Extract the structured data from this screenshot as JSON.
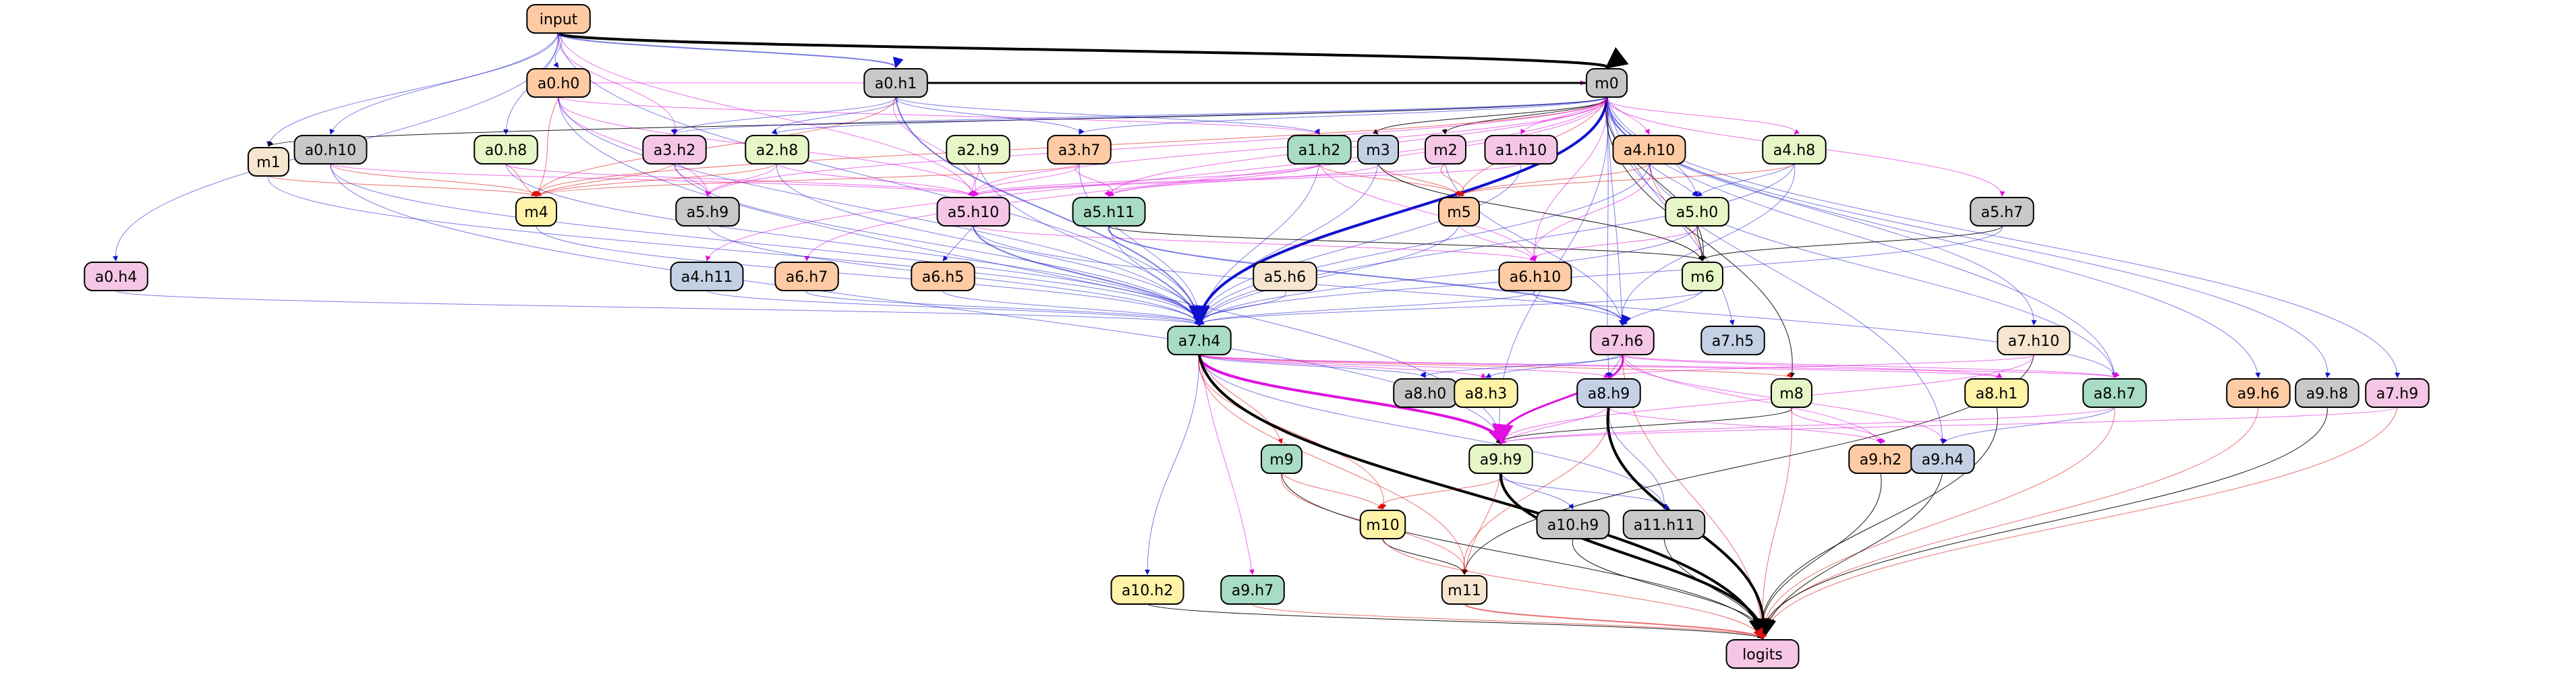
{
  "colors": {
    "peach": "#ffcba4",
    "gray": "#c8c8c8",
    "pink": "#f6c6e6",
    "mint": "#a8dcc4",
    "yellow": "#fff3a8",
    "lime": "#e6f6c6",
    "steel": "#c4d0e4",
    "cream": "#f6e6d0",
    "blue": "#5050e0",
    "red": "#e05050",
    "magenta": "#e040e0",
    "green": "#40d040",
    "dark": "#555555"
  },
  "nodes": [
    {
      "id": "input",
      "label": "input",
      "color": "peach"
    },
    {
      "id": "a0.h0",
      "label": "a0.h0",
      "color": "peach"
    },
    {
      "id": "a0.h1",
      "label": "a0.h1",
      "color": "gray"
    },
    {
      "id": "m0",
      "label": "m0",
      "color": "gray"
    },
    {
      "id": "m1",
      "label": "m1",
      "color": "cream"
    },
    {
      "id": "a0.h10",
      "label": "a0.h10",
      "color": "gray"
    },
    {
      "id": "a0.h8",
      "label": "a0.h8",
      "color": "lime"
    },
    {
      "id": "a3.h2",
      "label": "a3.h2",
      "color": "pink"
    },
    {
      "id": "a2.h8",
      "label": "a2.h8",
      "color": "lime"
    },
    {
      "id": "a2.h9",
      "label": "a2.h9",
      "color": "lime"
    },
    {
      "id": "a3.h7",
      "label": "a3.h7",
      "color": "peach"
    },
    {
      "id": "a1.h2",
      "label": "a1.h2",
      "color": "mint"
    },
    {
      "id": "m3",
      "label": "m3",
      "color": "steel"
    },
    {
      "id": "m2",
      "label": "m2",
      "color": "pink"
    },
    {
      "id": "a1.h10",
      "label": "a1.h10",
      "color": "pink"
    },
    {
      "id": "a4.h10",
      "label": "a4.h10",
      "color": "peach"
    },
    {
      "id": "a4.h8",
      "label": "a4.h8",
      "color": "lime"
    },
    {
      "id": "m4",
      "label": "m4",
      "color": "yellow"
    },
    {
      "id": "a5.h9",
      "label": "a5.h9",
      "color": "gray"
    },
    {
      "id": "a5.h10",
      "label": "a5.h10",
      "color": "pink"
    },
    {
      "id": "a5.h11",
      "label": "a5.h11",
      "color": "mint"
    },
    {
      "id": "m5",
      "label": "m5",
      "color": "peach"
    },
    {
      "id": "a5.h0",
      "label": "a5.h0",
      "color": "lime"
    },
    {
      "id": "a5.h7",
      "label": "a5.h7",
      "color": "gray"
    },
    {
      "id": "a0.h4",
      "label": "a0.h4",
      "color": "pink"
    },
    {
      "id": "a4.h11",
      "label": "a4.h11",
      "color": "steel"
    },
    {
      "id": "a6.h7",
      "label": "a6.h7",
      "color": "peach"
    },
    {
      "id": "a6.h5",
      "label": "a6.h5",
      "color": "peach"
    },
    {
      "id": "a5.h6",
      "label": "a5.h6",
      "color": "cream"
    },
    {
      "id": "a6.h10",
      "label": "a6.h10",
      "color": "peach"
    },
    {
      "id": "m6",
      "label": "m6",
      "color": "lime"
    },
    {
      "id": "a7.h4",
      "label": "a7.h4",
      "color": "mint"
    },
    {
      "id": "a7.h6",
      "label": "a7.h6",
      "color": "pink"
    },
    {
      "id": "a7.h5",
      "label": "a7.h5",
      "color": "steel"
    },
    {
      "id": "a7.h10",
      "label": "a7.h10",
      "color": "cream"
    },
    {
      "id": "a8.h0",
      "label": "a8.h0",
      "color": "gray"
    },
    {
      "id": "a8.h3",
      "label": "a8.h3",
      "color": "yellow"
    },
    {
      "id": "a8.h9",
      "label": "a8.h9",
      "color": "steel"
    },
    {
      "id": "m8",
      "label": "m8",
      "color": "lime"
    },
    {
      "id": "a8.h1",
      "label": "a8.h1",
      "color": "yellow"
    },
    {
      "id": "a8.h7",
      "label": "a8.h7",
      "color": "mint"
    },
    {
      "id": "a9.h6",
      "label": "a9.h6",
      "color": "peach"
    },
    {
      "id": "a9.h8",
      "label": "a9.h8",
      "color": "gray"
    },
    {
      "id": "a7.h9",
      "label": "a7.h9",
      "color": "pink"
    },
    {
      "id": "m9",
      "label": "m9",
      "color": "mint"
    },
    {
      "id": "a9.h9",
      "label": "a9.h9",
      "color": "lime"
    },
    {
      "id": "a9.h2",
      "label": "a9.h2",
      "color": "peach"
    },
    {
      "id": "a9.h4",
      "label": "a9.h4",
      "color": "steel"
    },
    {
      "id": "m10",
      "label": "m10",
      "color": "yellow"
    },
    {
      "id": "a10.h9",
      "label": "a10.h9",
      "color": "gray"
    },
    {
      "id": "a11.h11",
      "label": "a11.h11",
      "color": "gray"
    },
    {
      "id": "a10.h2",
      "label": "a10.h2",
      "color": "yellow"
    },
    {
      "id": "a9.h7",
      "label": "a9.h7",
      "color": "mint"
    },
    {
      "id": "m11",
      "label": "m11",
      "color": "cream"
    },
    {
      "id": "logits",
      "label": "logits",
      "color": "pink"
    }
  ],
  "edges": [
    [
      "input",
      "m0",
      "dark",
      4
    ],
    [
      "input",
      "a0.h1",
      "blue",
      2
    ],
    [
      "input",
      "a0.h0",
      "blue",
      1
    ],
    [
      "input",
      "a0.h10",
      "blue",
      1
    ],
    [
      "input",
      "a0.h8",
      "blue",
      1
    ],
    [
      "input",
      "a0.h4",
      "blue",
      1
    ],
    [
      "input",
      "a3.h2",
      "magenta",
      1
    ],
    [
      "input",
      "a7.h4",
      "blue",
      1
    ],
    [
      "input",
      "a5.h10",
      "magenta",
      1
    ],
    [
      "input",
      "m1",
      "blue",
      1
    ],
    [
      "a0.h0",
      "m0",
      "magenta",
      1
    ],
    [
      "a0.h0",
      "m4",
      "red",
      1
    ],
    [
      "a0.h0",
      "a5.h9",
      "magenta",
      1
    ],
    [
      "a0.h0",
      "a7.h4",
      "blue",
      1
    ],
    [
      "a0.h0",
      "a5.h10",
      "magenta",
      1
    ],
    [
      "a0.h0",
      "a9.h9",
      "blue",
      1
    ],
    [
      "a0.h0",
      "a1.h2",
      "magenta",
      1
    ],
    [
      "a0.h1",
      "m0",
      "dark",
      3
    ],
    [
      "a0.h1",
      "a3.h2",
      "blue",
      1
    ],
    [
      "a0.h1",
      "a2.h8",
      "blue",
      1
    ],
    [
      "a0.h1",
      "a3.h7",
      "blue",
      1
    ],
    [
      "a0.h1",
      "a1.h2",
      "blue",
      1
    ],
    [
      "a0.h1",
      "a5.h10",
      "magenta",
      1
    ],
    [
      "a0.h1",
      "m4",
      "red",
      1
    ],
    [
      "a0.h1",
      "a7.h4",
      "blue",
      2
    ],
    [
      "m0",
      "m1",
      "dark",
      1
    ],
    [
      "m0",
      "a3.h2",
      "blue",
      1
    ],
    [
      "m0",
      "a2.h8",
      "blue",
      1
    ],
    [
      "m0",
      "a3.h7",
      "blue",
      1
    ],
    [
      "m0",
      "m2",
      "dark",
      1
    ],
    [
      "m0",
      "m3",
      "dark",
      1
    ],
    [
      "m0",
      "a1.h10",
      "magenta",
      1
    ],
    [
      "m0",
      "a4.h10",
      "magenta",
      1
    ],
    [
      "m0",
      "a4.h8",
      "magenta",
      1
    ],
    [
      "m0",
      "a5.h7",
      "magenta",
      1
    ],
    [
      "m0",
      "a5.h0",
      "blue",
      1
    ],
    [
      "m0",
      "m5",
      "red",
      1
    ],
    [
      "m0",
      "a7.h4",
      "blue",
      4
    ],
    [
      "m0",
      "a5.h10",
      "magenta",
      1
    ],
    [
      "m0",
      "a5.h11",
      "magenta",
      1
    ],
    [
      "m0",
      "a7.h6",
      "blue",
      1
    ],
    [
      "m0",
      "a7.h5",
      "blue",
      1
    ],
    [
      "m0",
      "a7.h10",
      "blue",
      1
    ],
    [
      "m0",
      "a8.h7",
      "blue",
      1
    ],
    [
      "m0",
      "a9.h8",
      "blue",
      1
    ],
    [
      "m0",
      "a7.h9",
      "blue",
      1
    ],
    [
      "m0",
      "a9.h6",
      "blue",
      1
    ],
    [
      "m0",
      "m8",
      "dark",
      1
    ],
    [
      "m0",
      "a9.h4",
      "blue",
      1
    ],
    [
      "m0",
      "a9.h9",
      "blue",
      1
    ],
    [
      "m0",
      "m6",
      "dark",
      1
    ],
    [
      "m0",
      "a8.h9",
      "blue",
      1
    ],
    [
      "m0",
      "m4",
      "red",
      1
    ],
    [
      "m0",
      "a5.h9",
      "magenta",
      1
    ],
    [
      "m0",
      "a6.h10",
      "magenta",
      1
    ],
    [
      "m0",
      "a4.h11",
      "magenta",
      1
    ],
    [
      "m0",
      "a6.h7",
      "magenta",
      1
    ],
    [
      "m1",
      "m4",
      "red",
      1
    ],
    [
      "m1",
      "a7.h4",
      "blue",
      1
    ],
    [
      "a0.h10",
      "m4",
      "red",
      1
    ],
    [
      "a0.h10",
      "a5.h10",
      "magenta",
      1
    ],
    [
      "a0.h10",
      "a7.h4",
      "blue",
      1
    ],
    [
      "a0.h10",
      "a9.h9",
      "blue",
      1
    ],
    [
      "a0.h8",
      "m4",
      "red",
      1
    ],
    [
      "a0.h8",
      "a5.h10",
      "magenta",
      1
    ],
    [
      "a0.h8",
      "a7.h4",
      "blue",
      1
    ],
    [
      "a3.h2",
      "m4",
      "red",
      1
    ],
    [
      "a3.h2",
      "a5.h9",
      "magenta",
      1
    ],
    [
      "a3.h2",
      "a7.h4",
      "blue",
      1
    ],
    [
      "a2.h8",
      "m4",
      "red",
      1
    ],
    [
      "a2.h8",
      "a5.h9",
      "magenta",
      1
    ],
    [
      "a2.h8",
      "a5.h10",
      "magenta",
      1
    ],
    [
      "a2.h8",
      "a7.h4",
      "blue",
      1
    ],
    [
      "a2.h9",
      "a5.h10",
      "magenta",
      1
    ],
    [
      "a2.h9",
      "a7.h4",
      "blue",
      1
    ],
    [
      "a3.h7",
      "m4",
      "red",
      1
    ],
    [
      "a3.h7",
      "a5.h10",
      "magenta",
      1
    ],
    [
      "a3.h7",
      "a5.h11",
      "magenta",
      1
    ],
    [
      "a3.h7",
      "a7.h4",
      "blue",
      1
    ],
    [
      "a1.h2",
      "a5.h10",
      "magenta",
      1
    ],
    [
      "a1.h2",
      "a5.h11",
      "magenta",
      1
    ],
    [
      "a1.h2",
      "m5",
      "red",
      1
    ],
    [
      "a1.h2",
      "a6.h10",
      "magenta",
      1
    ],
    [
      "a1.h2",
      "a7.h4",
      "blue",
      1
    ],
    [
      "m3",
      "m5",
      "red",
      1
    ],
    [
      "m3",
      "m6",
      "dark",
      1
    ],
    [
      "m3",
      "a7.h4",
      "blue",
      1
    ],
    [
      "m3",
      "a5.h11",
      "magenta",
      1
    ],
    [
      "m2",
      "m5",
      "red",
      1
    ],
    [
      "m2",
      "a5.h10",
      "magenta",
      1
    ],
    [
      "m2",
      "a7.h6",
      "blue",
      1
    ],
    [
      "a1.h10",
      "a5.h10",
      "magenta",
      1
    ],
    [
      "a1.h10",
      "a7.h4",
      "blue",
      1
    ],
    [
      "a4.h10",
      "a5.h0",
      "blue",
      1
    ],
    [
      "a4.h10",
      "m5",
      "red",
      1
    ],
    [
      "a4.h10",
      "m6",
      "red",
      1
    ],
    [
      "a4.h10",
      "a6.h10",
      "magenta",
      1
    ],
    [
      "a4.h10",
      "a7.h4",
      "blue",
      1
    ],
    [
      "a4.h10",
      "a8.h7",
      "blue",
      1
    ],
    [
      "a4.h8",
      "a5.h0",
      "blue",
      1
    ],
    [
      "a4.h8",
      "m5",
      "red",
      1
    ],
    [
      "a4.h8",
      "a7.h6",
      "blue",
      1
    ],
    [
      "a4.h8",
      "a7.h4",
      "blue",
      1
    ],
    [
      "m4",
      "a7.h4",
      "blue",
      1
    ],
    [
      "a5.h9",
      "a7.h4",
      "blue",
      1
    ],
    [
      "a5.h10",
      "a6.h5",
      "blue",
      1
    ],
    [
      "a5.h10",
      "a7.h4",
      "blue",
      2
    ],
    [
      "a5.h10",
      "a6.h10",
      "magenta",
      1
    ],
    [
      "a5.h10",
      "a8.h7",
      "blue",
      1
    ],
    [
      "a5.h11",
      "a7.h4",
      "blue",
      1
    ],
    [
      "a5.h11",
      "a7.h6",
      "blue",
      2
    ],
    [
      "a5.h11",
      "m6",
      "dark",
      1
    ],
    [
      "m5",
      "a6.h10",
      "magenta",
      1
    ],
    [
      "m5",
      "a7.h4",
      "blue",
      1
    ],
    [
      "a5.h0",
      "m6",
      "dark",
      1
    ],
    [
      "a5.h0",
      "a6.h10",
      "magenta",
      1
    ],
    [
      "a5.h0",
      "a7.h4",
      "blue",
      1
    ],
    [
      "a5.h7",
      "m6",
      "dark",
      1
    ],
    [
      "a5.h7",
      "a7.h4",
      "blue",
      1
    ],
    [
      "a0.h4",
      "a7.h4",
      "blue",
      1
    ],
    [
      "a4.h11",
      "a7.h4",
      "blue",
      1
    ],
    [
      "a6.h7",
      "a7.h4",
      "blue",
      1
    ],
    [
      "a6.h5",
      "a7.h4",
      "blue",
      1
    ],
    [
      "a5.h6",
      "a7.h4",
      "blue",
      1
    ],
    [
      "a6.h10",
      "a7.h6",
      "blue",
      1
    ],
    [
      "a6.h10",
      "a7.h4",
      "blue",
      1
    ],
    [
      "m6",
      "a7.h4",
      "blue",
      1
    ],
    [
      "m6",
      "a7.h6",
      "blue",
      1
    ],
    [
      "a7.h4",
      "a8.h0",
      "blue",
      1
    ],
    [
      "a7.h4",
      "a8.h3",
      "magenta",
      1
    ],
    [
      "a7.h4",
      "a8.h9",
      "magenta",
      1
    ],
    [
      "a7.h4",
      "m8",
      "red",
      1
    ],
    [
      "a7.h4",
      "a8.h1",
      "magenta",
      1
    ],
    [
      "a7.h4",
      "a9.h9",
      "magenta",
      4
    ],
    [
      "a7.h4",
      "m9",
      "red",
      1
    ],
    [
      "a7.h4",
      "m10",
      "red",
      1
    ],
    [
      "a7.h4",
      "a10.h2",
      "blue",
      1
    ],
    [
      "a7.h4",
      "a9.h7",
      "magenta",
      1
    ],
    [
      "a7.h4",
      "m11",
      "red",
      1
    ],
    [
      "a7.h4",
      "a11.h11",
      "blue",
      1
    ],
    [
      "a7.h4",
      "logits",
      "dark",
      4
    ],
    [
      "a7.h4",
      "a8.h7",
      "magenta",
      1
    ],
    [
      "a7.h6",
      "a8.h0",
      "blue",
      1
    ],
    [
      "a7.h6",
      "a8.h3",
      "blue",
      1
    ],
    [
      "a7.h6",
      "a8.h9",
      "blue",
      1
    ],
    [
      "a7.h6",
      "a9.h9",
      "magenta",
      3
    ],
    [
      "a7.h6",
      "a8.h1",
      "magenta",
      1
    ],
    [
      "a7.h6",
      "a8.h7",
      "magenta",
      1
    ],
    [
      "a7.h6",
      "a9.h2",
      "magenta",
      1
    ],
    [
      "a7.h6",
      "a9.h4",
      "magenta",
      1
    ],
    [
      "a7.h6",
      "logits",
      "red",
      1
    ],
    [
      "a7.h10",
      "a8.h9",
      "magenta",
      1
    ],
    [
      "a7.h10",
      "m11",
      "dark",
      1
    ],
    [
      "a7.h10",
      "a9.h9",
      "magenta",
      1
    ],
    [
      "a8.h9",
      "a9.h9",
      "magenta",
      1
    ],
    [
      "a8.h9",
      "a11.h11",
      "blue",
      1
    ],
    [
      "a8.h9",
      "m11",
      "red",
      1
    ],
    [
      "a8.h9",
      "logits",
      "dark",
      4
    ],
    [
      "a8.h9",
      "a9.h2",
      "magenta",
      1
    ],
    [
      "m8",
      "a9.h9",
      "dark",
      1
    ],
    [
      "m8",
      "a9.h2",
      "magenta",
      1
    ],
    [
      "m8",
      "logits",
      "red",
      1
    ],
    [
      "a8.h1",
      "logits",
      "dark",
      1
    ],
    [
      "a8.h7",
      "a9.h4",
      "blue",
      1
    ],
    [
      "a8.h7",
      "logits",
      "red",
      1
    ],
    [
      "a8.h7",
      "a9.h9",
      "magenta",
      1
    ],
    [
      "a9.h6",
      "logits",
      "red",
      1
    ],
    [
      "a9.h8",
      "logits",
      "dark",
      1
    ],
    [
      "a7.h9",
      "logits",
      "red",
      1
    ],
    [
      "a7.h9",
      "a9.h9",
      "magenta",
      1
    ],
    [
      "m9",
      "m10",
      "red",
      1
    ],
    [
      "m9",
      "m11",
      "red",
      1
    ],
    [
      "m9",
      "logits",
      "dark",
      1
    ],
    [
      "a9.h9",
      "m10",
      "red",
      1
    ],
    [
      "a9.h9",
      "m11",
      "red",
      1
    ],
    [
      "a9.h9",
      "a10.h9",
      "blue",
      1
    ],
    [
      "a9.h9",
      "a11.h11",
      "blue",
      1
    ],
    [
      "a9.h9",
      "logits",
      "dark",
      4
    ],
    [
      "a9.h2",
      "logits",
      "dark",
      1
    ],
    [
      "a9.h4",
      "logits",
      "dark",
      1
    ],
    [
      "m10",
      "m11",
      "dark",
      1
    ],
    [
      "m10",
      "logits",
      "red",
      1
    ],
    [
      "a10.h9",
      "logits",
      "dark",
      1
    ],
    [
      "a11.h11",
      "logits",
      "dark",
      1
    ],
    [
      "a10.h2",
      "logits",
      "dark",
      1
    ],
    [
      "a9.h7",
      "logits",
      "red",
      1
    ],
    [
      "m11",
      "logits",
      "red",
      2
    ]
  ]
}
